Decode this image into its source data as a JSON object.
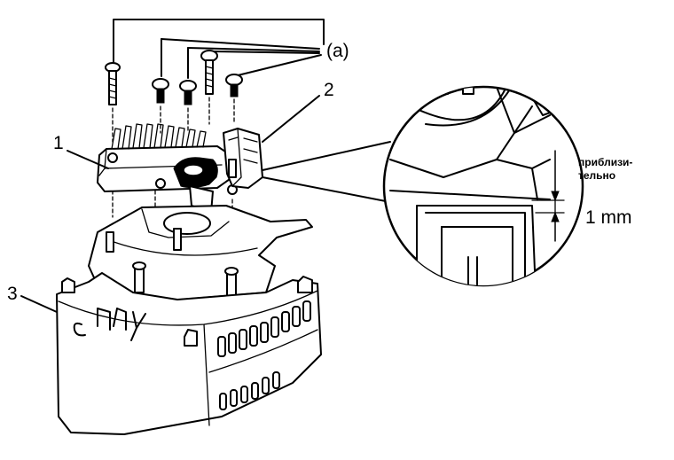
{
  "labels": {
    "part_1": "1",
    "part_2": "2",
    "part_3": "3",
    "screws": "(a)"
  },
  "detail": {
    "approx_note_line1": "приблизи-",
    "approx_note_line2": "тельно",
    "gap_value": "1 mm"
  },
  "colors": {
    "ink": "#000000",
    "paper": "#ffffff"
  }
}
